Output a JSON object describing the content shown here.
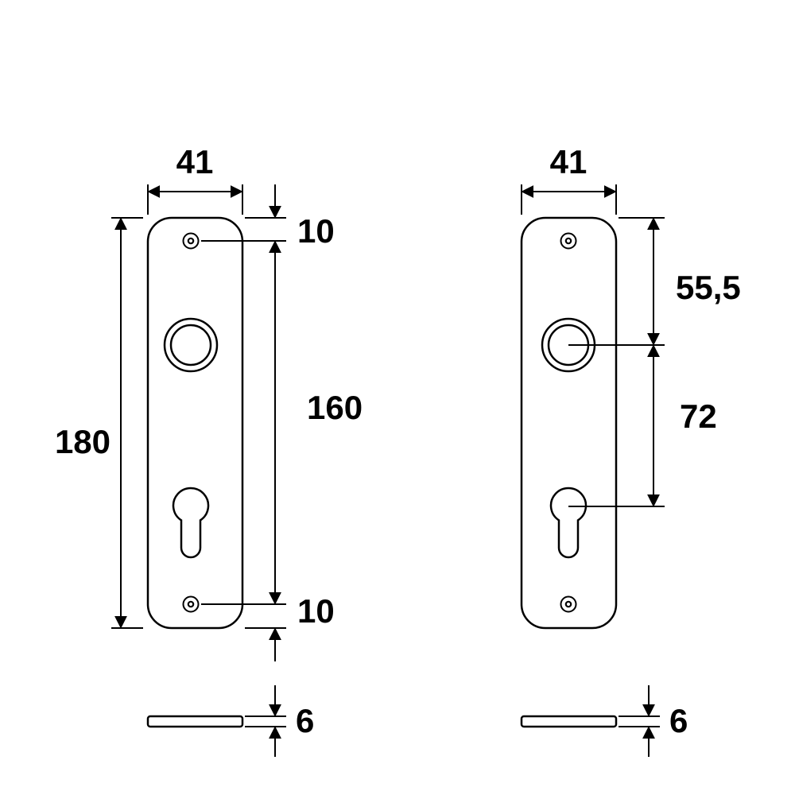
{
  "colors": {
    "line": "#000000",
    "background": "#ffffff"
  },
  "left_plate": {
    "width": "41",
    "height": "180",
    "top_screw_offset": "10",
    "screw_spacing": "160",
    "bottom_screw_offset": "10",
    "thickness": "6"
  },
  "right_plate": {
    "width": "41",
    "top_to_handle": "55,5",
    "handle_to_cylinder": "72",
    "thickness": "6"
  }
}
